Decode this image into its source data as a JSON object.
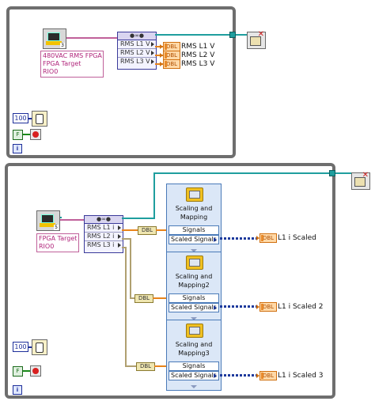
{
  "top_loop": {
    "fpga_ref_label_lines": [
      "480VAC RMS FPGA",
      "FPGA Target",
      "RIO0"
    ],
    "ref_number": "3",
    "read_header": "",
    "read_items": [
      "RMS L1 V",
      "RMS L2 V",
      "RMS L3 V"
    ],
    "indicators": [
      {
        "type": "DBL",
        "label": "RMS L1 V"
      },
      {
        "type": "DBL",
        "label": "RMS L2 V"
      },
      {
        "type": "DBL",
        "label": "RMS L3 V"
      }
    ],
    "wait_const": "100",
    "bool_glyph": "F",
    "iter_glyph": "i"
  },
  "bottom_loop": {
    "fpga_ref_label_lines": [
      "FPGA Target",
      "RIO0"
    ],
    "ref_number": "5",
    "read_items": [
      "RMS L1 i",
      "RMS L2 i",
      "RMS L3 i"
    ],
    "coercion_label": "DBL",
    "express_vis": [
      {
        "title_lines": [
          "Scaling and",
          "Mapping"
        ],
        "input": "Signals",
        "output": "Scaled Signals",
        "indicator_type": "DBL",
        "indicator_label": "L1 i Scaled"
      },
      {
        "title_lines": [
          "Scaling and",
          "Mapping2"
        ],
        "input": "Signals",
        "output": "Scaled Signals",
        "indicator_type": "DBL",
        "indicator_label": "L1 i Scaled 2"
      },
      {
        "title_lines": [
          "Scaling and",
          "Mapping3"
        ],
        "input": "Signals",
        "output": "Scaled Signals",
        "indicator_type": "DBL",
        "indicator_label": "L1 i Scaled 3"
      }
    ],
    "wait_const": "100",
    "bool_glyph": "F",
    "iter_glyph": "i"
  },
  "colors": {
    "loop_border": "#6e6e6e",
    "cluster_wire": "#1f9e9e",
    "fpga_wire": "#c0609a",
    "dbl_wire": "#e8841a",
    "dynamic_wire": "#1e3a9c",
    "stop_button": "#d82020"
  }
}
